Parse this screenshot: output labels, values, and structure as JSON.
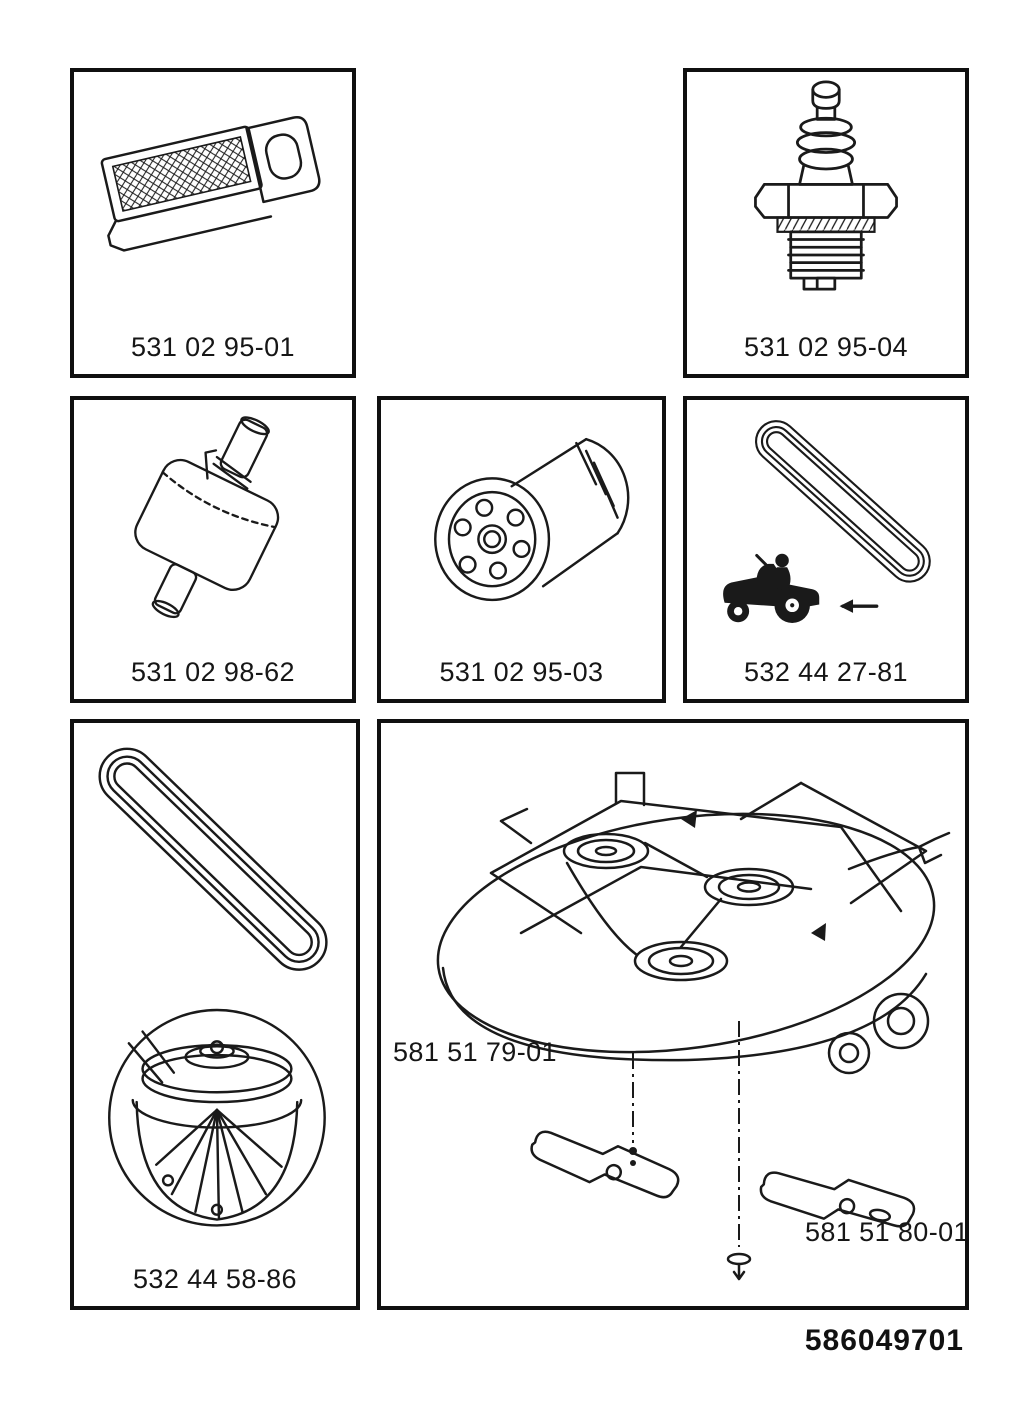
{
  "page": {
    "document_number": "586049701"
  },
  "cells": {
    "air_filter": {
      "part_number": "531 02 95-01",
      "icon": "air-filter-icon"
    },
    "spark_plug": {
      "part_number": "531 02 95-04",
      "icon": "spark-plug-icon"
    },
    "muffler": {
      "part_number": "531 02 98-62",
      "icon": "muffler-icon"
    },
    "oil_filter": {
      "part_number": "531 02 95-03",
      "icon": "oil-filter-icon"
    },
    "drive_belt": {
      "part_number": "532 44 27-81",
      "icon": "drive-belt-tractor-icon"
    },
    "deck_belt_mandrel": {
      "part_number": "532 44 58-86",
      "icon": "deck-belt-mandrel-icon"
    },
    "mower_deck": {
      "part_number_blade_left": "581 51 79-01",
      "part_number_blade_right": "581 51 80-01",
      "icon": "mower-deck-blades-icon"
    }
  }
}
